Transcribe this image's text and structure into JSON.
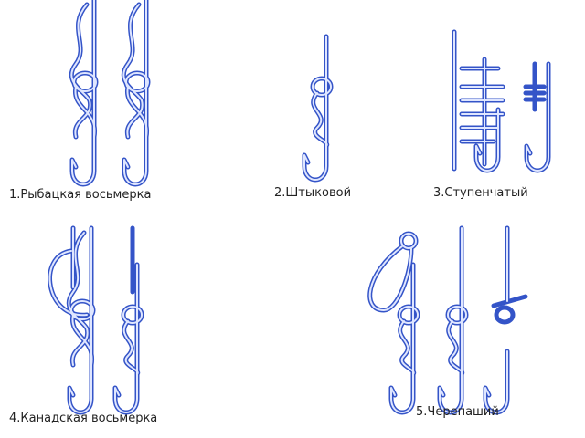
{
  "title": "Fishing knots",
  "knots": [
    {
      "label": "1.Рыбацкая восьмерка"
    },
    {
      "label": "2.Штыковой"
    },
    {
      "label": "3.Ступенчатый"
    },
    {
      "label": "4.Канадская восьмерка"
    },
    {
      "label": "5.Черепаший"
    }
  ],
  "colors": {
    "line": "#3454c8",
    "highlight": "#dfe6ff",
    "text": "#222222"
  }
}
